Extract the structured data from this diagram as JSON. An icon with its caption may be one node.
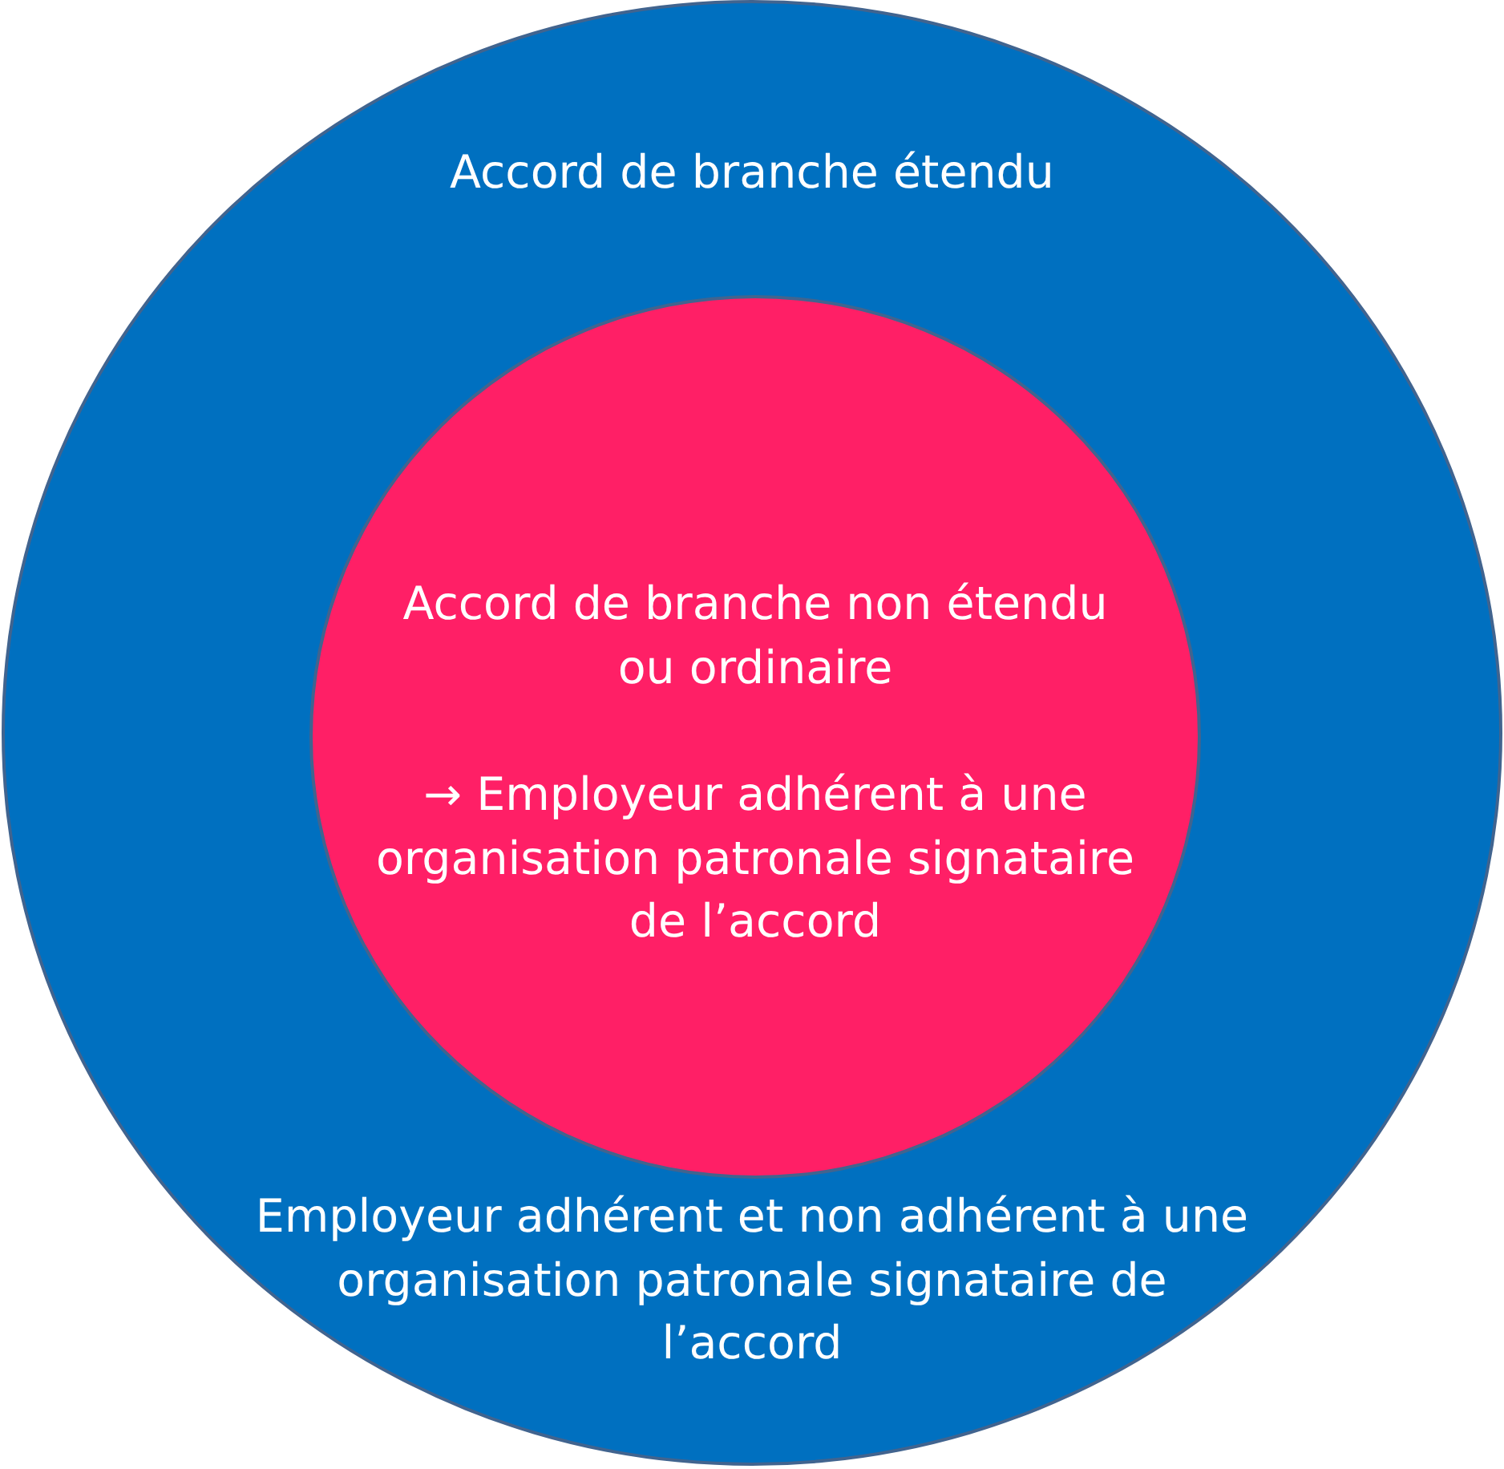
{
  "diagram": {
    "nodes": [
      {
        "text": [
          "Accord de branche étendu",
          "Employeur adhérent et non adhérent à une organisation patronale signataire de l’accord"
        ]
      },
      {
        "text": [
          "Accord de branche non étendu ou ordinaire",
          "→ Employeur adhérent à une organisation patronale signataire de l’accord"
        ],
        "in": 0
      }
    ]
  }
}
